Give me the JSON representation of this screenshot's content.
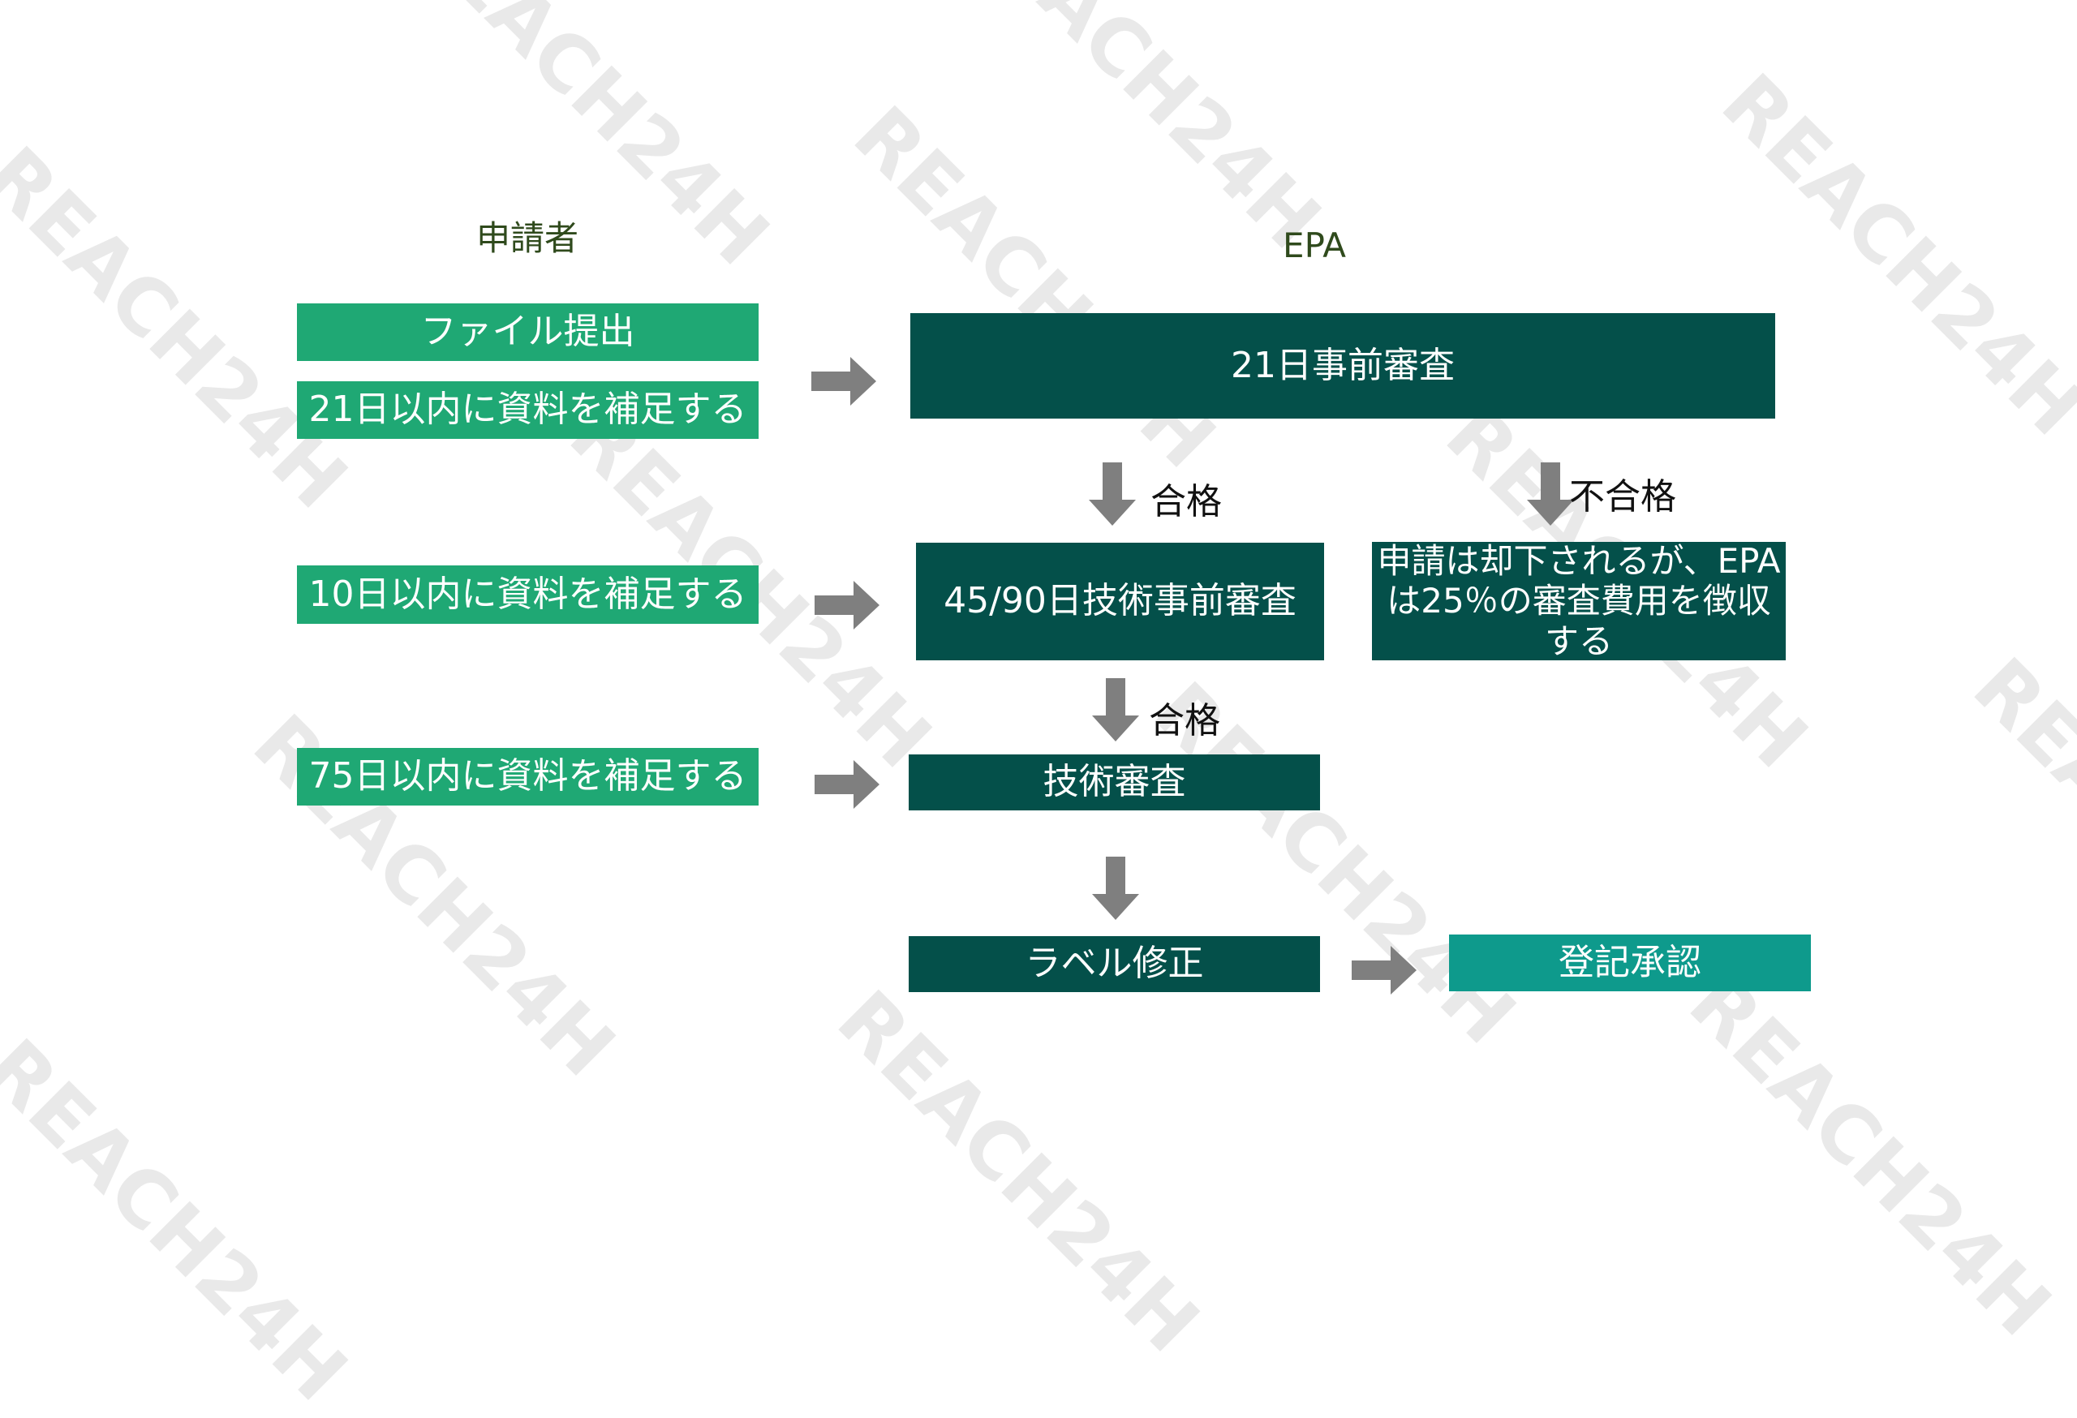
{
  "watermark_text": "REACH24H",
  "headers": {
    "applicant": "申請者",
    "epa": "EPA"
  },
  "applicant_steps": {
    "file_submit": "ファイル提出",
    "supplement_21": "21日以内に資料を補足する",
    "supplement_10": "10日以内に資料を補足する",
    "supplement_75": "75日以内に資料を補足する"
  },
  "epa_steps": {
    "prereview_21": "21日事前審査",
    "tech_prereview": "45/90日技術事前審査",
    "rejected": "申請は却下されるが、EPAは25％の審査費用を徴収する",
    "tech_review": "技術審査",
    "label_fix": "ラベル修正",
    "approval": "登記承認"
  },
  "flow_labels": {
    "pass_1": "合格",
    "fail": "不合格",
    "pass_2": "合格"
  },
  "colors": {
    "applicant_box": "#1fa874",
    "epa_box": "#04504a",
    "approval_box": "#0e9a8c",
    "arrow": "#7f7f7f",
    "header_text": "#2f4a1c"
  }
}
